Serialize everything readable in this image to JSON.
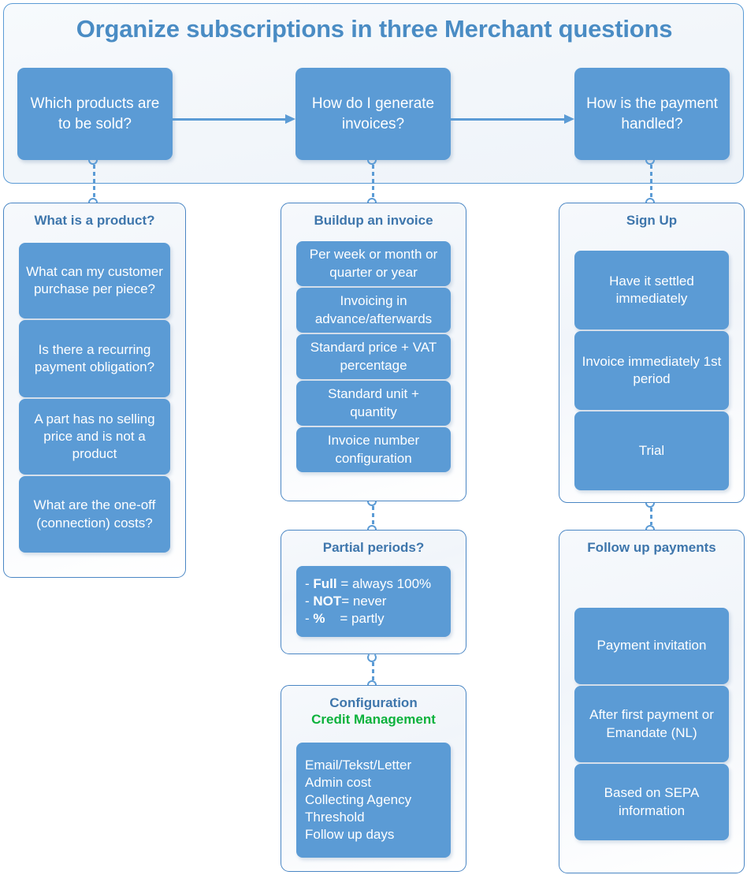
{
  "header": {
    "title": "Organize subscriptions in three Merchant questions",
    "steps": [
      {
        "label": "Which products are to be sold?"
      },
      {
        "label": "How do I generate invoices?"
      },
      {
        "label": "How is the payment handled?"
      }
    ]
  },
  "columns": {
    "left": {
      "panel": {
        "title": "What is a product?",
        "items": [
          "What can my customer purchase per piece?",
          "Is there a recurring payment obligation?",
          "A part has no selling price and is not a product",
          "What are the one-off (connection) costs?"
        ]
      }
    },
    "middle": {
      "panel_invoice": {
        "title": "Buildup an invoice",
        "items": [
          "Per week or month or quarter or year",
          "Invoicing in advance/afterwards",
          "Standard price + VAT percentage",
          "Standard unit + quantity",
          "Invoice number configuration"
        ]
      },
      "panel_partial": {
        "title": "Partial periods?",
        "rows": [
          {
            "dash": "- ",
            "key": "Full",
            "value": " = always 100%"
          },
          {
            "dash": "- ",
            "key": "NOT",
            "value": "= never"
          },
          {
            "dash": "- ",
            "key": "%",
            "value": "    = partly"
          }
        ]
      },
      "panel_config": {
        "title_line1": "Configuration",
        "title_line2": "Credit Management",
        "title_line2_color": "#0CB23C",
        "items_text": "Email/Tekst/Letter\nAdmin cost\nCollecting Agency\nThreshold\nFollow up days"
      }
    },
    "right": {
      "panel_signup": {
        "title": "Sign Up",
        "items": [
          "Have it settled immediately",
          "Invoice immediately 1st period",
          "Trial"
        ]
      },
      "panel_followup": {
        "title": "Follow up payments",
        "items": [
          "Payment invitation",
          "After first payment or Emandate (NL)",
          "Based on SEPA information"
        ]
      }
    }
  },
  "colors": {
    "box_fill": "#5B9BD5",
    "panel_border": "#4A86C4",
    "title_blue": "#4A8CC4",
    "panel_title_blue": "#3E76AC",
    "accent_green": "#0CB23C",
    "page_background": "#FFFFFF"
  }
}
